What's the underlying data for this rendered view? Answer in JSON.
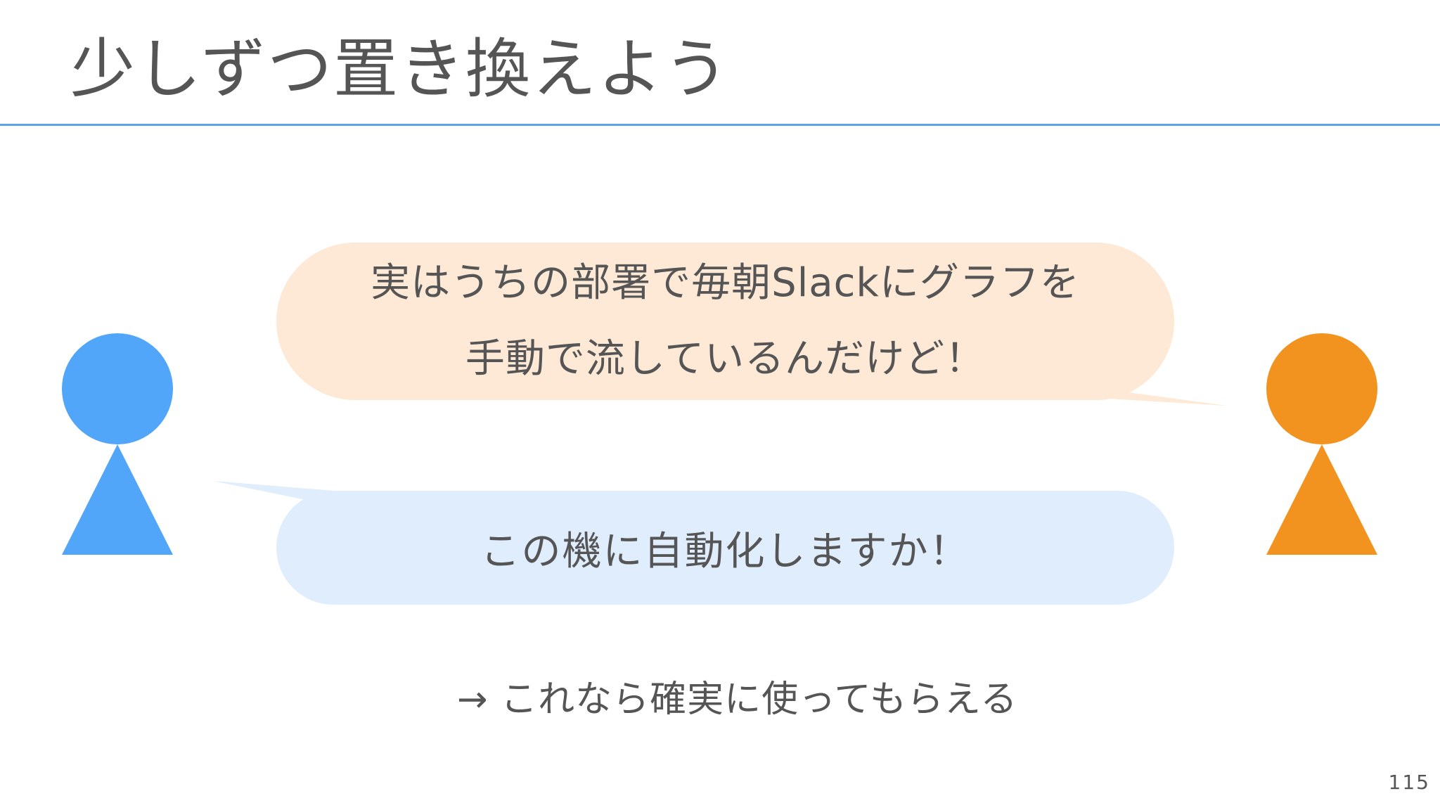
{
  "slide": {
    "title": "少しずつ置き換えよう",
    "page_number": "115"
  },
  "dialogue": {
    "speech_top": {
      "line1": "実はうちの部署で毎朝Slackにグラフを",
      "line2": "手動で流しているんだけど！"
    },
    "speech_bottom": {
      "text": "この機に自動化しますか！"
    }
  },
  "note": {
    "arrow": "→",
    "text": "これなら確実に使ってもらえる"
  },
  "colors": {
    "accent_rule": "#5aa3e6",
    "person_left": "#52a6f9",
    "person_right": "#f2921f",
    "bubble_top_bg": "#fde9d5",
    "bubble_bottom_bg": "#dfedfc",
    "text": "#555555"
  },
  "icons": {
    "person_left": "person-icon",
    "person_right": "person-icon"
  }
}
